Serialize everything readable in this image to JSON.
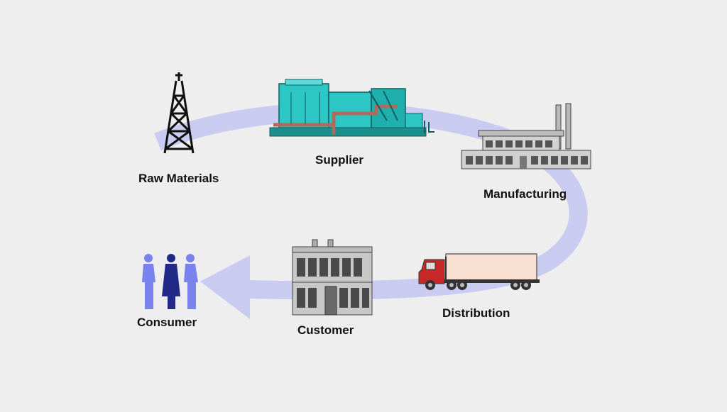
{
  "diagram": {
    "background": "#eeeeee",
    "arrow_color": "#c9ccf0",
    "stages": [
      {
        "id": "raw-materials",
        "label": "Raw Materials",
        "icon": "oil-derrick-icon"
      },
      {
        "id": "supplier",
        "label": "Supplier",
        "icon": "plant-icon"
      },
      {
        "id": "manufacturing",
        "label": "Manufacturing",
        "icon": "factory-icon"
      },
      {
        "id": "distribution",
        "label": "Distribution",
        "icon": "truck-icon"
      },
      {
        "id": "customer",
        "label": "Customer",
        "icon": "store-building-icon"
      },
      {
        "id": "consumer",
        "label": "Consumer",
        "icon": "people-icon"
      }
    ],
    "colors": {
      "plant": "#2cc6c4",
      "plant_dark": "#1a8f8e",
      "pipe": "#b06a5a",
      "truck_cab": "#c62828",
      "trailer": "#f8e1d2",
      "people": "#7a82ee",
      "people_dark": "#222a88",
      "building": "#c8c8c8"
    }
  }
}
